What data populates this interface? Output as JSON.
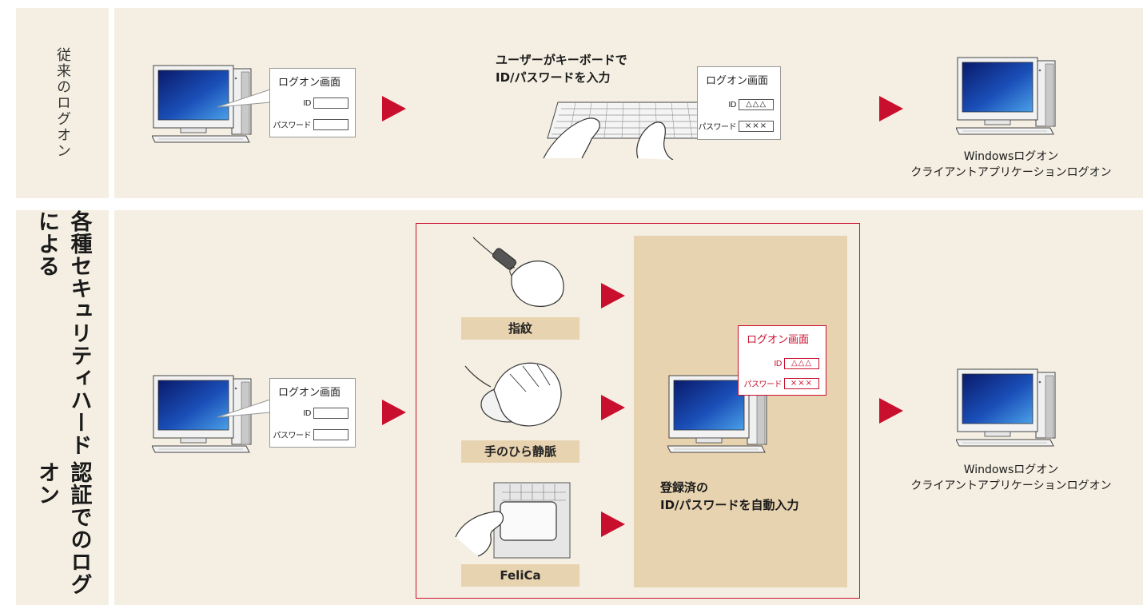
{
  "rows": {
    "traditional": {
      "label": "従来のログオン",
      "keyboard_caption": [
        "ユーザーがキーボードで",
        "ID/パスワードを入力"
      ],
      "result_caption": [
        "Windowsログオン",
        "クライアントアプリケーションログオン"
      ]
    },
    "security": {
      "label_lines": [
        "各種セキュリティハードによる",
        "認証でのログオン"
      ],
      "methods": [
        "指紋",
        "手のひら静脈",
        "FeliCa"
      ],
      "auto_caption": [
        "登録済の",
        "ID/パスワードを自動入力"
      ],
      "result_caption": [
        "Windowsログオン",
        "クライアントアプリケーションログオン"
      ]
    }
  },
  "logon_screen": {
    "title": "ログオン画面",
    "id_label": "ID",
    "password_label": "パスワード",
    "id_filled": "△△△",
    "password_filled": "×××"
  },
  "colors": {
    "panel_bg": "#f4efe2",
    "accent_red": "#c8102e",
    "tan": "#e8d3b0"
  }
}
